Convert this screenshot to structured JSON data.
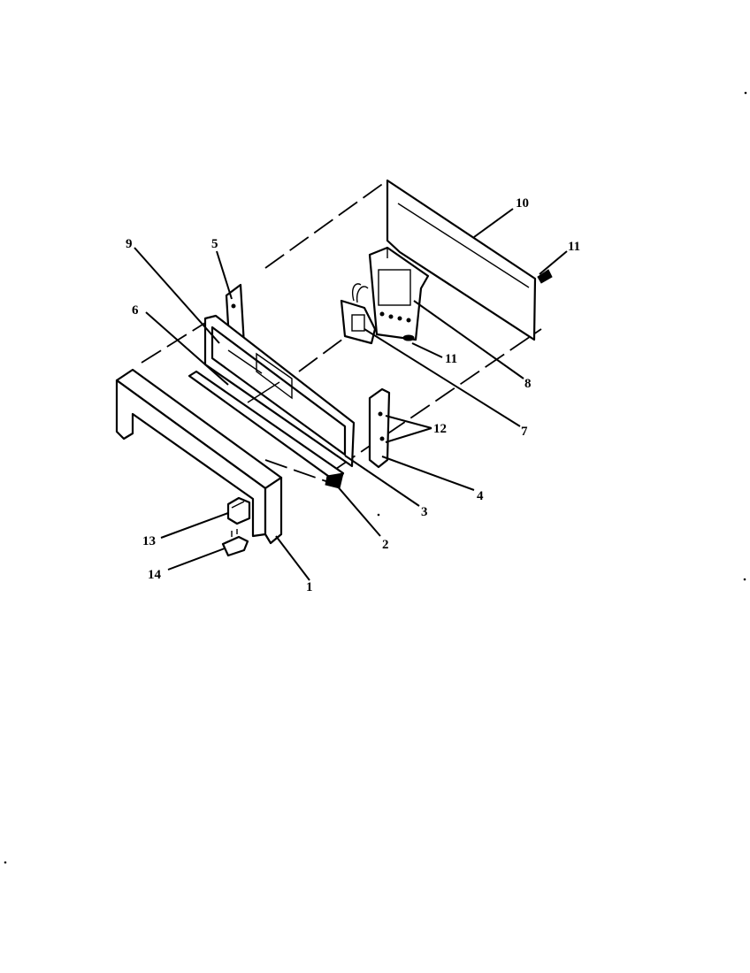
{
  "diagram": {
    "callouts": {
      "c1": "1",
      "c2": "2",
      "c3": "3",
      "c4": "4",
      "c5": "5",
      "c6": "6",
      "c7": "7",
      "c8": "8",
      "c9": "9",
      "c10": "10",
      "c11_top": "11",
      "c11_mid": "11",
      "c12": "12",
      "c13": "13",
      "c14": "14"
    }
  }
}
